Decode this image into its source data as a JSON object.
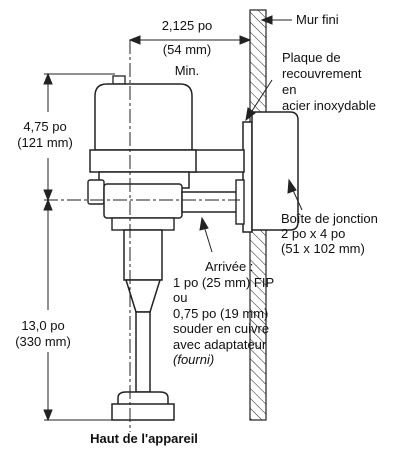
{
  "dimensions": {
    "offset": {
      "line1": "2,125 po",
      "line2": "(54 mm)",
      "line3": "Min."
    },
    "upper_height": {
      "line1": "4,75 po",
      "line2": "(121 mm)"
    },
    "lower_height": {
      "line1": "13,0 po",
      "line2": "(330 mm)"
    }
  },
  "labels": {
    "wall": "Mur fini",
    "cover_plate": {
      "line1": "Plaque de",
      "line2": "recouvrement",
      "line3": "en",
      "line4": "acier inoxydable"
    },
    "junction_box": {
      "line1": "Boîte de jonction",
      "line2": "2 po x 4 po",
      "line3": "(51 x 102 mm)"
    },
    "inlet": {
      "line1": "Arrivée :",
      "line2": "1 po (25 mm) FIP",
      "line3": "ou",
      "line4": "0,75 po (19 mm)",
      "line5": "souder en cuivre",
      "line6": "avec adaptateur",
      "line7": "(fourni)"
    }
  },
  "caption": "Haut de l'appareil"
}
